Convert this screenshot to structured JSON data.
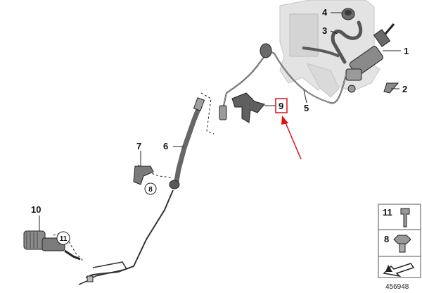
{
  "callouts": {
    "c1": "1",
    "c2": "2",
    "c3": "3",
    "c4": "4",
    "c5": "5",
    "c6": "6",
    "c7": "7",
    "c8": "8",
    "c9": "9",
    "c10": "10",
    "c11": "11"
  },
  "legend": {
    "item_11": "11",
    "item_8": "8"
  },
  "diagram_id": "456948",
  "colors": {
    "highlight": "#e01010",
    "line": "#333333",
    "part_fill": "#9a9a9a",
    "ghost_fill": "#e3e3e3"
  }
}
